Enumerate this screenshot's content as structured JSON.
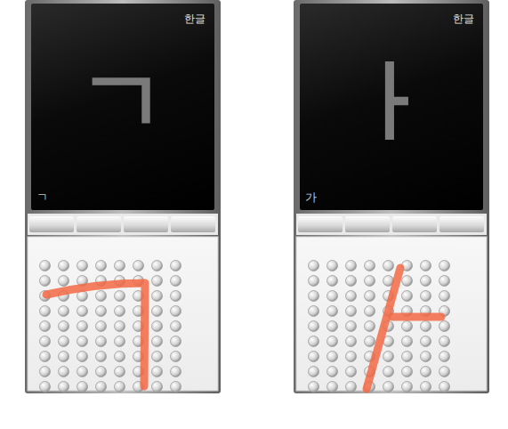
{
  "diagram": {
    "nodes": [
      {
        "text": [
          "한글",
          "ㄱ",
          "ㄱ"
        ]
      },
      {
        "text": [
          "한글",
          "ㅏ",
          "가"
        ]
      }
    ]
  }
}
